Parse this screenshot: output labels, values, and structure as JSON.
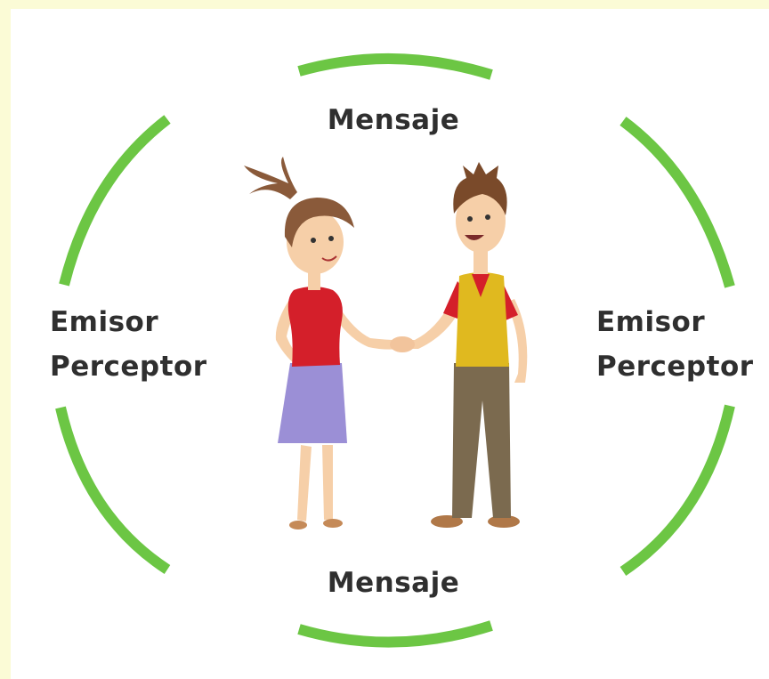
{
  "labels": {
    "top": "Mensaje",
    "bottom": "Mensaje",
    "left": {
      "line1": "Emisor",
      "line2": "Perceptor"
    },
    "right": {
      "line1": "Emisor",
      "line2": "Perceptor"
    }
  },
  "colors": {
    "arc": "#6cc644",
    "woman_top": "#d41f2a",
    "woman_skirt": "#9b8fd6",
    "man_vest": "#e0b91f",
    "man_pants": "#7b6a4f"
  }
}
